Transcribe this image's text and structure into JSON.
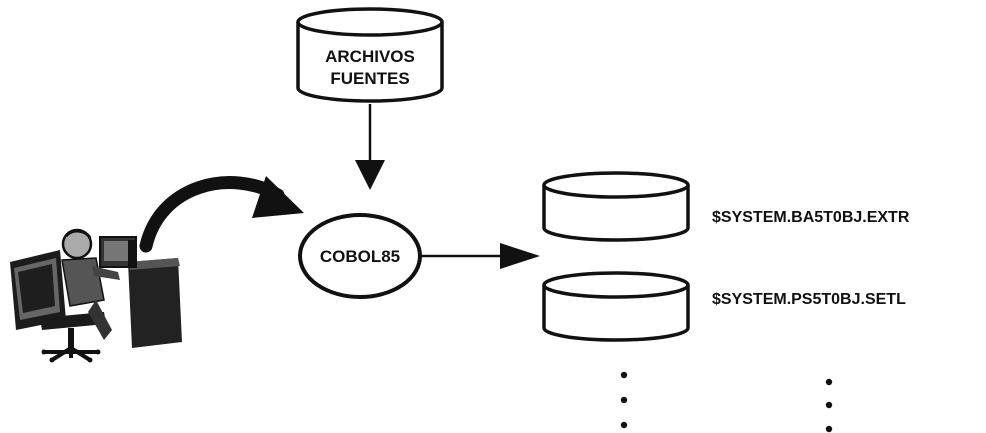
{
  "source_files": {
    "line1": "ARCHIVOS",
    "line2": "FUENTES"
  },
  "compiler": {
    "label": "COBOL85"
  },
  "outputs": [
    {
      "label": "$SYSTEM.BA5T0BJ.EXTR"
    },
    {
      "label": "$SYSTEM.PS5T0BJ.SETL"
    }
  ],
  "icons": {
    "user": "person-at-computer-icon",
    "source_db": "database-cylinder-icon",
    "compiler": "ellipse-process-icon",
    "output_db": "database-cylinder-icon",
    "continuation": "vertical-ellipsis-icon"
  },
  "colors": {
    "ink": "#111111",
    "background": "#ffffff",
    "figure_gray": "#555555"
  }
}
